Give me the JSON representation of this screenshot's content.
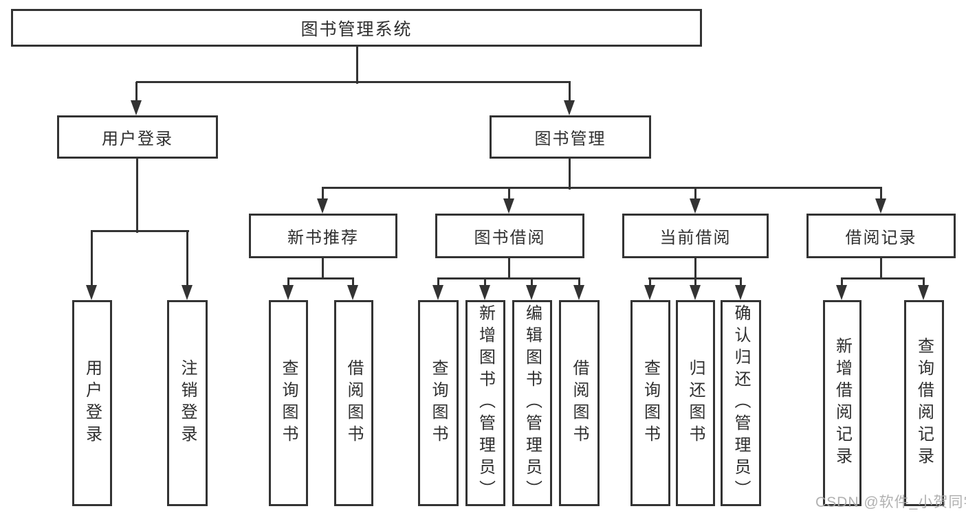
{
  "tree": {
    "root": "图书管理系统",
    "login": {
      "label": "用户登录",
      "leaves": [
        "用户登录",
        "注销登录"
      ]
    },
    "management": {
      "label": "图书管理",
      "groups": [
        {
          "label": "新书推荐",
          "leaves": [
            "查询图书",
            "借阅图书"
          ]
        },
        {
          "label": "图书借阅",
          "leaves": [
            "查询图书",
            "新增图书（管理员）",
            "编辑图书（管理员）",
            "借阅图书"
          ]
        },
        {
          "label": "当前借阅",
          "leaves": [
            "查询图书",
            "归还图书",
            "确认归还（管理员）"
          ]
        },
        {
          "label": "借阅记录",
          "leaves": [
            "新增借阅记录",
            "查询借阅记录"
          ]
        }
      ]
    }
  },
  "watermark": "CSDN @软件_小贺同学",
  "colors": {
    "line": "#333333",
    "text": "#2f2f2f",
    "watermark": "#a8a8a8",
    "background": "#ffffff"
  }
}
